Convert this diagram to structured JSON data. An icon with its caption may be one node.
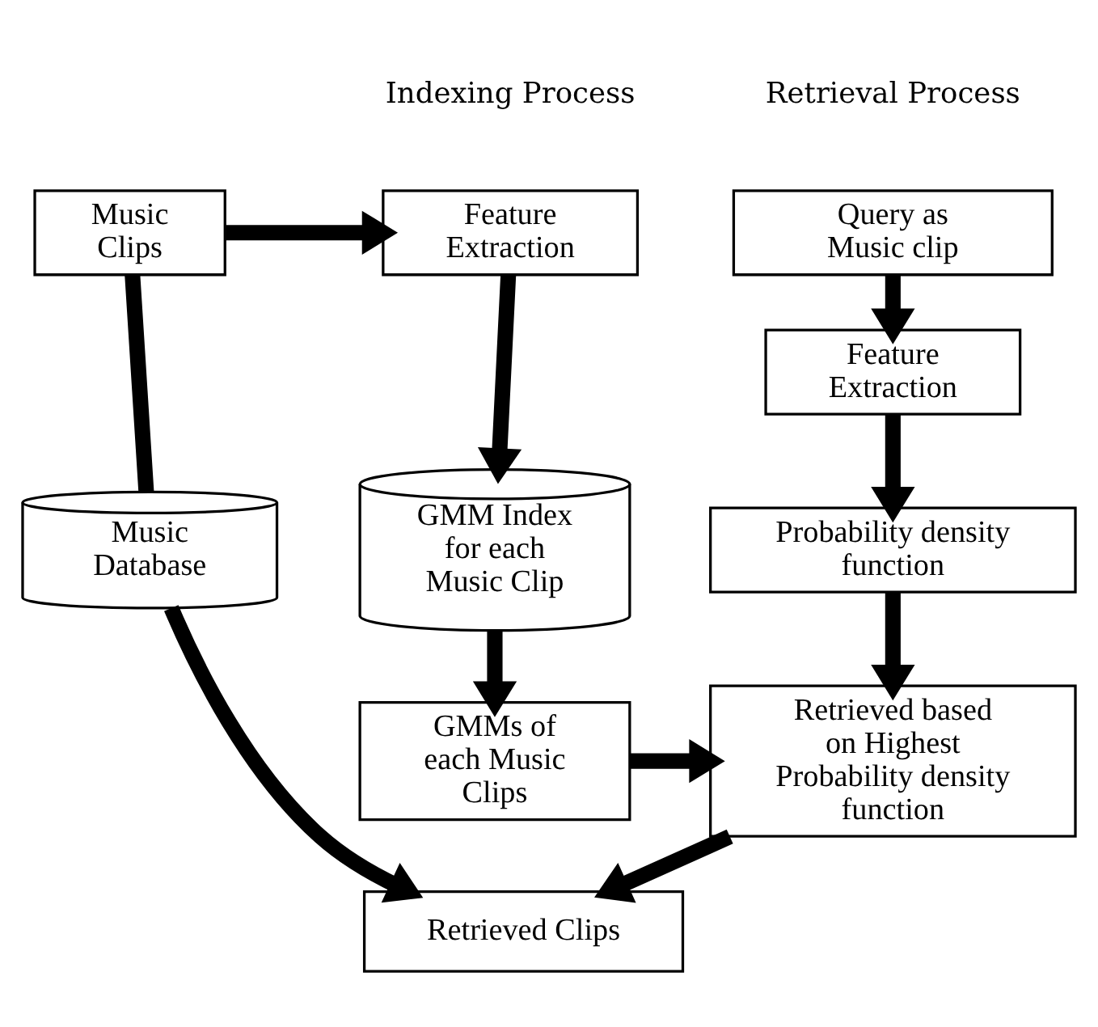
{
  "diagram": {
    "nodes": [
      {
        "text": [
          "Music Clips"
        ]
      },
      {
        "text": [
          "Feature Extraction"
        ]
      },
      {
        "text": [
          "GMM Index for each Music Clip"
        ]
      },
      {
        "text": [
          "GMMs of each Music Clips"
        ]
      },
      {
        "text": [
          "Query as Music clip"
        ]
      },
      {
        "text": [
          "Feature Extraction"
        ]
      },
      {
        "text": [
          "Probability density function"
        ]
      },
      {
        "text": [
          "Retrieved based on Highest Probability density function"
        ]
      },
      {
        "text": [
          "Music Database"
        ]
      },
      {
        "text": [
          "Retrieved Clips"
        ]
      }
    ],
    "edges": [
      {
        "from": 0,
        "to": 1,
        "arrow": "to"
      },
      {
        "from": 1,
        "to": 2,
        "arrow": "to"
      },
      {
        "from": 2,
        "to": 3,
        "arrow": "to"
      },
      {
        "from": 3,
        "to": 7,
        "arrow": "to"
      },
      {
        "from": 4,
        "to": 5,
        "arrow": "to"
      },
      {
        "from": 5,
        "to": 6,
        "arrow": "to"
      },
      {
        "from": 6,
        "to": 7,
        "arrow": "to"
      },
      {
        "from": 7,
        "to": 9,
        "arrow": "to"
      },
      {
        "from": 0,
        "to": 8,
        "arrow": "none"
      },
      {
        "from": 8,
        "to": 9,
        "arrow": "to"
      }
    ],
    "labels": [
      "Indexing Process",
      "Retrieval Process"
    ]
  }
}
